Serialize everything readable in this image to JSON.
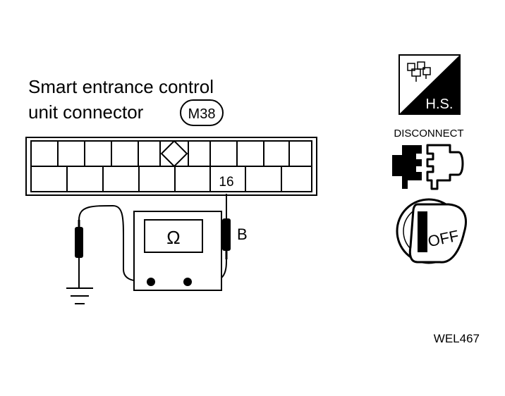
{
  "diagram": {
    "title_line1": "Smart entrance control",
    "title_line2": "unit connector",
    "connector_id": "M38",
    "terminal_number": "16",
    "wire_color": "B",
    "meter_symbol": "Ω",
    "figure_code": "WEL467"
  },
  "side_icons": {
    "harness_connector_label": "H.S.",
    "disconnect_label": "DISCONNECT",
    "ignition_label": "OFF"
  }
}
